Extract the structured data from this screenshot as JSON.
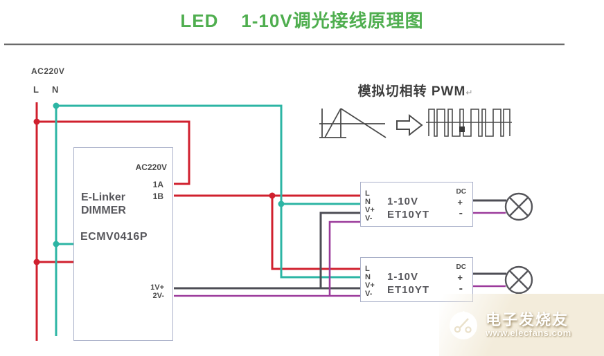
{
  "colors": {
    "accent_green": "#4fae4f",
    "live_red": "#d0202e",
    "neutral_teal": "#2cb5a4",
    "signal_dark": "#4d4d55",
    "signal_purple": "#9b3a9b",
    "box_border": "#a9b0c9",
    "ink": "#4a4a4a"
  },
  "title": "LED    1-10V调光接线原理图",
  "source": {
    "voltage": "AC220V",
    "live": "L",
    "neutral": "N"
  },
  "dimmer": {
    "voltage": "AC220V",
    "brand": "E-Linker",
    "type": "DIMMER",
    "model": "ECMV0416P",
    "terminal_1a": "1A",
    "terminal_1b": "1B",
    "terminal_1v": "1V+",
    "terminal_2v": "2V-"
  },
  "pwm": {
    "heading": "模拟切相转 PWM",
    "return_mark": "↵"
  },
  "drivers": [
    {
      "l": "L",
      "n": "N",
      "vplus": "V+",
      "vminus": "V-",
      "name": "1-10V",
      "model": "ET10YT",
      "dc": "DC",
      "plus": "+",
      "minus": "-"
    },
    {
      "l": "L",
      "n": "N",
      "vplus": "V+",
      "vminus": "V-",
      "name": "1-10V",
      "model": "ET10YT",
      "dc": "DC",
      "plus": "+",
      "minus": "-"
    }
  ],
  "watermark": {
    "brand": "电子发烧友",
    "url": "www.elecfans.com"
  }
}
